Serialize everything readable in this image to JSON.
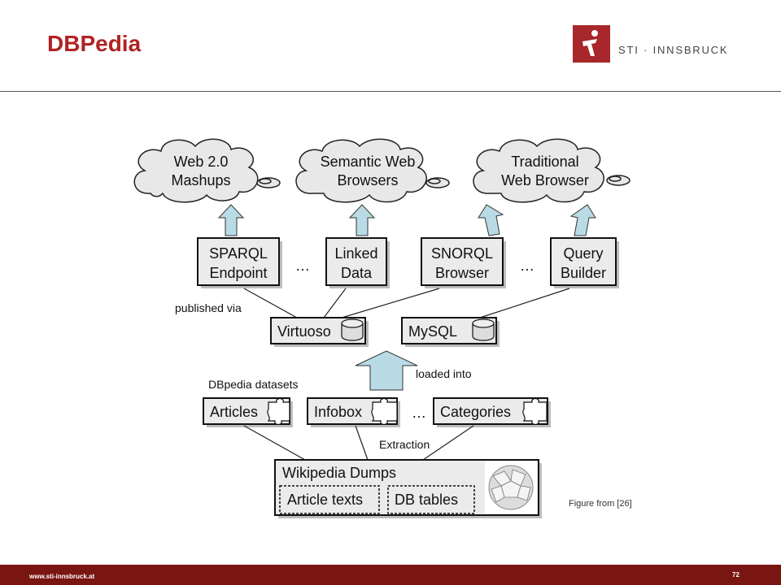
{
  "slide": {
    "title": "DBPedia",
    "logo_text": "STI · INNSBRUCK",
    "footer_url": "www.sti-innsbruck.at",
    "page_number": "72",
    "caption": "Figure from [26]"
  },
  "diagram": {
    "clouds": [
      {
        "line1": "Web 2.0",
        "line2": "Mashups"
      },
      {
        "line1": "Semantic Web",
        "line2": "Browsers"
      },
      {
        "line1": "Traditional",
        "line2": "Web Browser"
      }
    ],
    "endpoints": [
      {
        "line1": "SPARQL",
        "line2": "Endpoint"
      },
      {
        "line1": "Linked",
        "line2": "Data"
      },
      {
        "line1": "SNORQL",
        "line2": "Browser"
      },
      {
        "line1": "Query",
        "line2": "Builder"
      }
    ],
    "ellipsis": "…",
    "published_via": "published via",
    "stores": [
      "Virtuoso",
      "MySQL"
    ],
    "loaded_into": "loaded into",
    "datasets_label": "DBpedia datasets",
    "datasets": [
      "Articles",
      "Infobox",
      "Categories"
    ],
    "extraction": "Extraction",
    "dumps_title": "Wikipedia Dumps",
    "dumps_parts": [
      "Article texts",
      "DB tables"
    ]
  }
}
